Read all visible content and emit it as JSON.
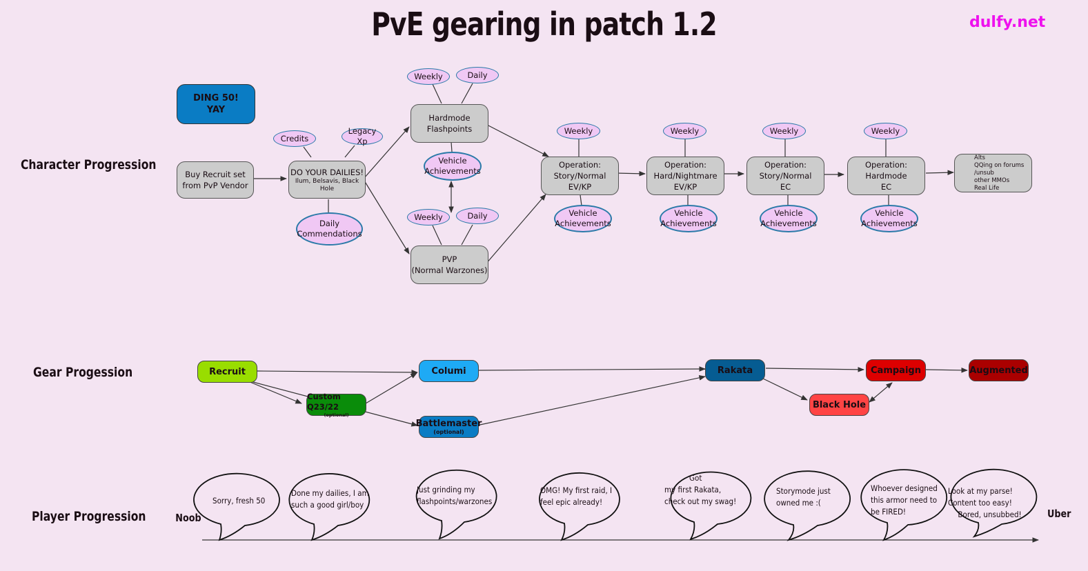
{
  "header": {
    "title": "PvE gearing in patch 1.2",
    "brand": "dulfy.net",
    "brand_color": "#ee11ee"
  },
  "rows": {
    "character": "Character Progression",
    "gear": "Gear Progession",
    "player": "Player Progression"
  },
  "character_progression": {
    "ding": [
      "DING 50!",
      "YAY"
    ],
    "nodes": {
      "recruit_set": [
        "Buy Recruit set",
        "from PvP Vendor"
      ],
      "dailies": {
        "title": "DO YOUR DAILIES!",
        "sub": "Ilum, Belsavis, Black Hole"
      },
      "hm_flashpoints": [
        "Hardmode",
        "Flashpoints"
      ],
      "pvp": [
        "PVP",
        "(Normal Warzones)"
      ],
      "op_story_evkp": [
        "Operation:",
        "Story/Normal",
        "EV/KP"
      ],
      "op_hard_evkp": [
        "Operation:",
        "Hard/Nightmare",
        "EV/KP"
      ],
      "op_story_ec": [
        "Operation:",
        "Story/Normal",
        "EC"
      ],
      "op_hard_ec": [
        "Operation:",
        "Hardmode",
        "EC"
      ],
      "endgame": [
        "Alts",
        "QQing on forums",
        "/unsub",
        "other MMOs",
        "Real Life"
      ]
    },
    "ovals": {
      "credits": "Credits",
      "legacy_xp": "Legacy Xp",
      "daily_commendations": [
        "Daily",
        "Commendations"
      ],
      "weekly": "Weekly",
      "daily": "Daily",
      "vehicle_achievements": [
        "Vehicle",
        "Achievements"
      ]
    },
    "colors": {
      "node_fill": "#cccccc",
      "oval_fill": "#f0c8f4",
      "oval_border": "#2a7aa8",
      "ding_fill": "#0a7cc4"
    }
  },
  "gear_progression": {
    "nodes": [
      {
        "id": "recruit",
        "label": "Recruit",
        "sub": "",
        "color": "#99dd00"
      },
      {
        "id": "custom",
        "label": "Custom Q23/22",
        "sub": "(optional)",
        "color": "#0a8c0a"
      },
      {
        "id": "columi",
        "label": "Columi",
        "sub": "",
        "color": "#1eaaf5"
      },
      {
        "id": "battlemaster",
        "label": "Battlemaster",
        "sub": "(optional)",
        "color": "#0a7cc4"
      },
      {
        "id": "rakata",
        "label": "Rakata",
        "sub": "",
        "color": "#065c92"
      },
      {
        "id": "blackhole",
        "label": "Black Hole",
        "sub": "",
        "color": "#ff4444"
      },
      {
        "id": "campaign",
        "label": "Campaign",
        "sub": "",
        "color": "#dd0000"
      },
      {
        "id": "augmented",
        "label": "Augmented",
        "sub": "",
        "color": "#aa0000"
      }
    ]
  },
  "player_progression": {
    "start": "Noob",
    "end": "Uber",
    "bubbles": [
      [
        "Sorry, fresh 50"
      ],
      [
        "Done my dailies, I am",
        "such  a good girl/boy"
      ],
      [
        "Just grinding my",
        "flashpoints/warzones"
      ],
      [
        "OMG! My first raid, I",
        "feel  epic already!"
      ],
      [
        "Got",
        "my first Rakata,",
        "check out my swag!"
      ],
      [
        "Storymode just",
        "owned me :("
      ],
      [
        "Whoever designed",
        "this armor need to",
        "be FIRED!"
      ],
      [
        "Look at my parse!",
        "Content too easy!",
        "Bored, unsubbed!"
      ]
    ]
  }
}
